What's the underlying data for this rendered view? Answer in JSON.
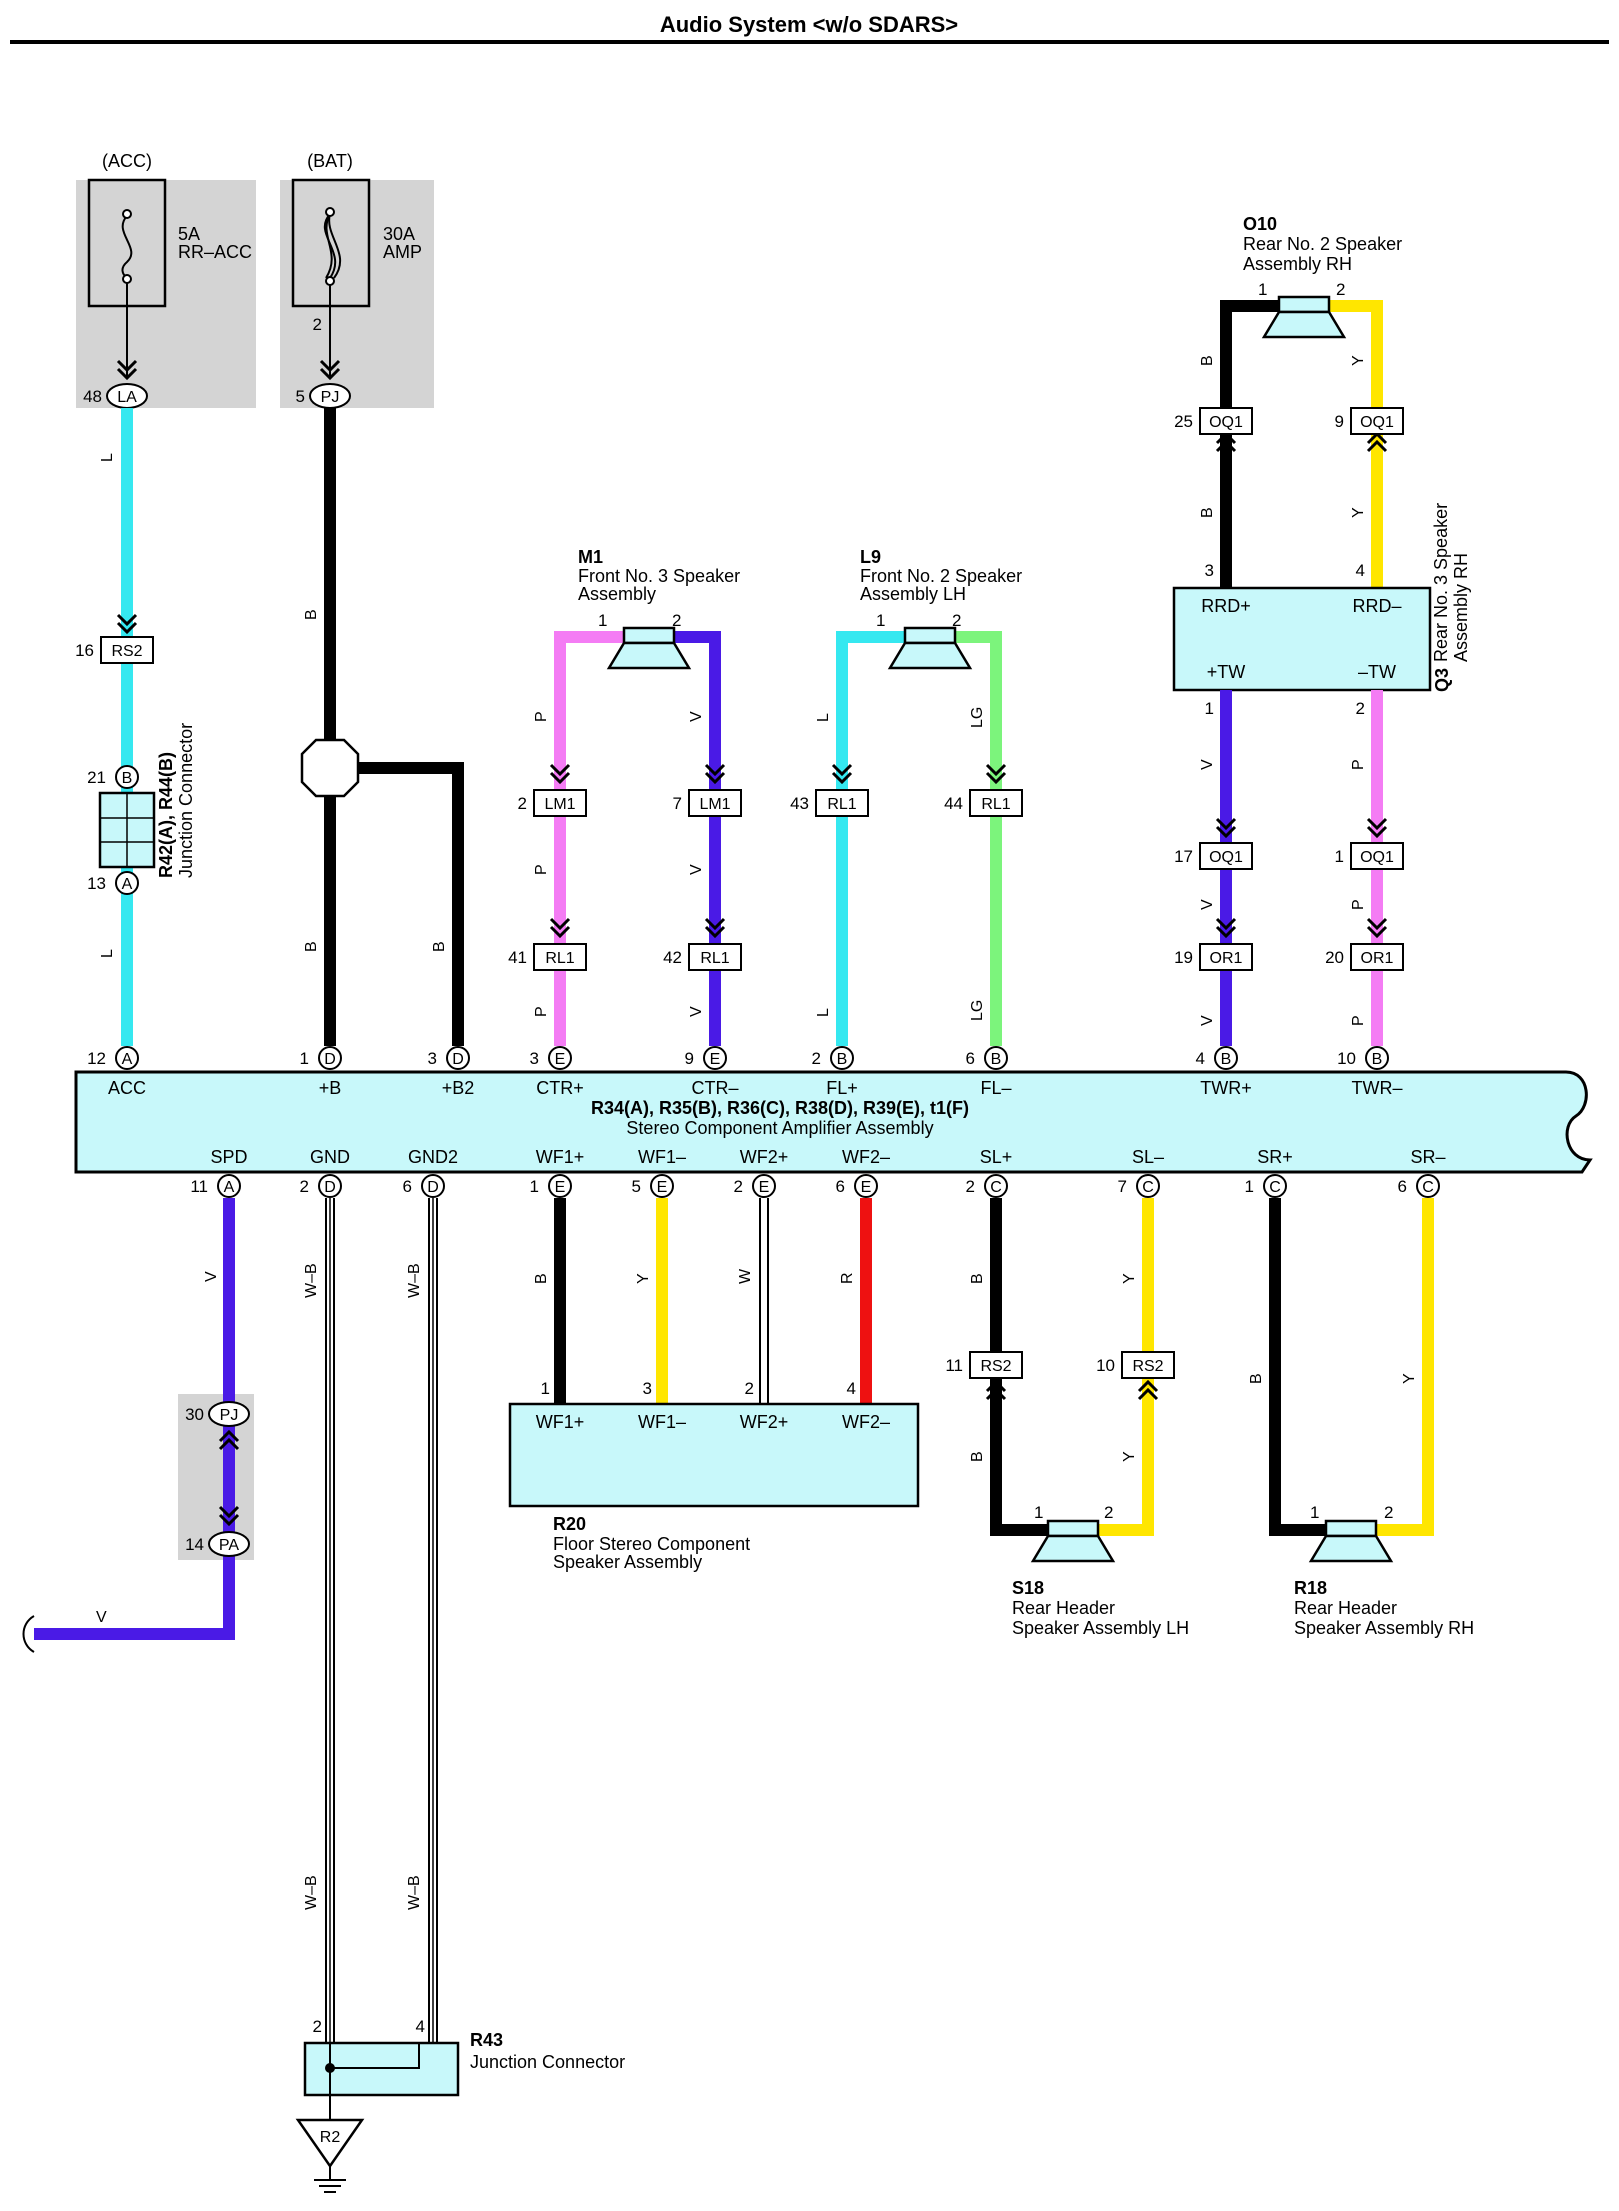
{
  "title": "Audio System <w/o SDARS>",
  "colors": {
    "L": "#35e8f0",
    "LG": "#7cf47c",
    "P": "#f47cf4",
    "V": "#4a1ae6",
    "Y": "#ffe600",
    "R": "#ee1111",
    "B": "#000000",
    "box": "#c8f8fa",
    "gray": "#d4d4d4"
  },
  "fuses": [
    {
      "group": "(ACC)",
      "rating": "5A",
      "name": "RR–ACC",
      "conn_pin": "48",
      "conn": "LA"
    },
    {
      "group": "(BAT)",
      "rating": "30A",
      "name": "AMP",
      "pin_above": "2",
      "conn_pin": "5",
      "conn": "PJ"
    }
  ],
  "junction_r42": {
    "title": "R42(A), R44(B)",
    "desc": "Junction Connector",
    "top_pin": "21",
    "top_letter": "B",
    "bot_pin": "13",
    "bot_letter": "A",
    "rs_pin": "16",
    "rs": "RS2"
  },
  "amp": {
    "title": "R34(A), R35(B), R36(C), R38(D), R39(E), t1(F)",
    "desc": "Stereo Component Amplifier Assembly",
    "top_terms": [
      {
        "pin": "12",
        "letter": "A",
        "label": "ACC"
      },
      {
        "pin": "1",
        "letter": "D",
        "label": "+B"
      },
      {
        "pin": "3",
        "letter": "D",
        "label": "+B2"
      },
      {
        "pin": "3",
        "letter": "E",
        "label": "CTR+"
      },
      {
        "pin": "9",
        "letter": "E",
        "label": "CTR–"
      },
      {
        "pin": "2",
        "letter": "B",
        "label": "FL+"
      },
      {
        "pin": "6",
        "letter": "B",
        "label": "FL–"
      },
      {
        "pin": "4",
        "letter": "B",
        "label": "TWR+"
      },
      {
        "pin": "10",
        "letter": "B",
        "label": "TWR–"
      }
    ],
    "bottom_terms": [
      {
        "pin": "11",
        "letter": "A",
        "label": "SPD"
      },
      {
        "pin": "2",
        "letter": "D",
        "label": "GND"
      },
      {
        "pin": "6",
        "letter": "D",
        "label": "GND2"
      },
      {
        "pin": "1",
        "letter": "E",
        "label": "WF1+"
      },
      {
        "pin": "5",
        "letter": "E",
        "label": "WF1–"
      },
      {
        "pin": "2",
        "letter": "E",
        "label": "WF2+"
      },
      {
        "pin": "6",
        "letter": "E",
        "label": "WF2–"
      },
      {
        "pin": "2",
        "letter": "C",
        "label": "SL+"
      },
      {
        "pin": "7",
        "letter": "C",
        "label": "SL–"
      },
      {
        "pin": "1",
        "letter": "C",
        "label": "SR+"
      },
      {
        "pin": "6",
        "letter": "C",
        "label": "SR–"
      }
    ]
  },
  "m1": {
    "id": "M1",
    "l1": "Front No. 3 Speaker",
    "l2": "Assembly",
    "p1": "1",
    "p2": "2"
  },
  "l9": {
    "id": "L9",
    "l1": "Front No. 2 Speaker",
    "l2": "Assembly LH",
    "p1": "1",
    "p2": "2"
  },
  "o10": {
    "id": "O10",
    "l1": "Rear No. 2 Speaker",
    "l2": "Assembly RH",
    "p1": "1",
    "p2": "2"
  },
  "q3": {
    "id": "Q3",
    "l1": "Rear No. 3 Speaker",
    "l2": "Assembly RH",
    "t1": "RRD+",
    "t2": "RRD–",
    "t3": "+TW",
    "t4": "–TW",
    "p3": "3",
    "p4": "4",
    "p1": "1",
    "p2": "2"
  },
  "r20": {
    "id": "R20",
    "l1": "Floor Stereo Component",
    "l2": "Speaker Assembly",
    "terms": [
      "WF1+",
      "WF1–",
      "WF2+",
      "WF2–"
    ],
    "pins": [
      "1",
      "3",
      "2",
      "4"
    ]
  },
  "s18": {
    "id": "S18",
    "l1": "Rear Header",
    "l2": "Speaker Assembly LH",
    "p1": "1",
    "p2": "2"
  },
  "r18": {
    "id": "R18",
    "l1": "Rear Header",
    "l2": "Speaker Assembly RH",
    "p1": "1",
    "p2": "2"
  },
  "r43": {
    "id": "R43",
    "l1": "Junction Connector",
    "p1": "2",
    "p2": "4"
  },
  "ground": {
    "label": "R2"
  },
  "spd_conn": {
    "top_pin": "30",
    "top": "PJ",
    "bot_pin": "14",
    "bot": "PA"
  },
  "connectors": [
    {
      "pin": "2",
      "name": "LM1"
    },
    {
      "pin": "7",
      "name": "LM1"
    },
    {
      "pin": "43",
      "name": "RL1"
    },
    {
      "pin": "44",
      "name": "RL1"
    },
    {
      "pin": "41",
      "name": "RL1"
    },
    {
      "pin": "42",
      "name": "RL1"
    },
    {
      "pin": "25",
      "name": "OQ1"
    },
    {
      "pin": "9",
      "name": "OQ1"
    },
    {
      "pin": "17",
      "name": "OQ1"
    },
    {
      "pin": "1",
      "name": "OQ1"
    },
    {
      "pin": "19",
      "name": "OR1"
    },
    {
      "pin": "20",
      "name": "OR1"
    },
    {
      "pin": "11",
      "name": "RS2"
    },
    {
      "pin": "10",
      "name": "RS2"
    }
  ],
  "wire_labels": {
    "acc_top": "L",
    "acc_bot": "L",
    "b_top": "B",
    "b_low": "B",
    "b2": "B",
    "ctr_p": "P",
    "ctr_v": "V",
    "fl_l": "L",
    "fl_lg": "LG",
    "o10_b": "B",
    "o10_y": "Y",
    "twr_v": "V",
    "twr_p": "P",
    "spd": "V",
    "spd_out": "V",
    "gnd": "W–B",
    "wf1p": "B",
    "wf1m": "Y",
    "wf2p": "W",
    "wf2m": "R",
    "sl_b": "B",
    "sl_y": "Y",
    "sr_b": "B",
    "sr_y": "Y"
  }
}
